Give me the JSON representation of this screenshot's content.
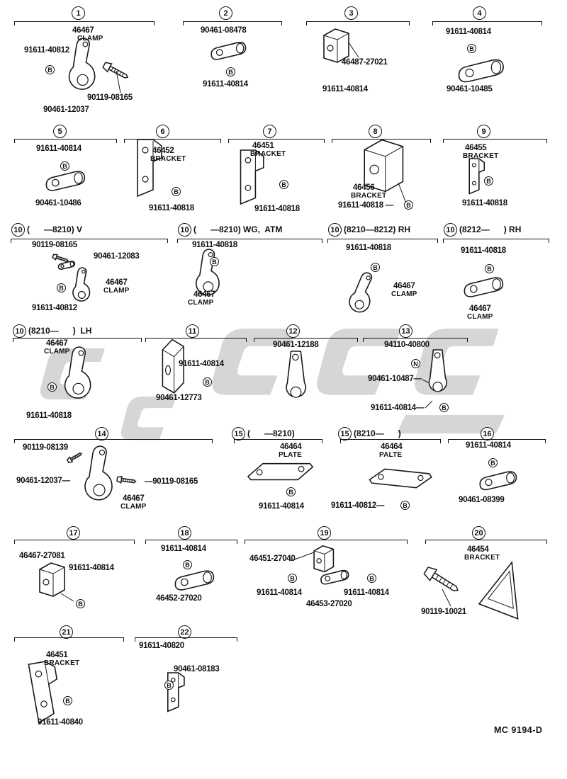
{
  "footer": "MC 9194-D",
  "marker": {
    "b": "B",
    "n": "N"
  },
  "sections": {
    "s1": {
      "num": "1",
      "part": "46467",
      "type": "CLAMP",
      "a": "91611-40812",
      "b": "90119-08165",
      "c": "90461-12037"
    },
    "s2": {
      "num": "2",
      "a": "90461-08478",
      "b": "91611-40814"
    },
    "s3": {
      "num": "3",
      "a": "46487-27021",
      "b": "91611-40814"
    },
    "s4": {
      "num": "4",
      "a": "91611-40814",
      "b": "90461-10485"
    },
    "s5": {
      "num": "5",
      "a": "91611-40814",
      "b": "90461-10486"
    },
    "s6": {
      "num": "6",
      "part": "46452",
      "type": "BRACKET",
      "a": "91611-40818"
    },
    "s7": {
      "num": "7",
      "part": "46451",
      "type": "BRACKET",
      "a": "91611-40818"
    },
    "s8": {
      "num": "8",
      "part": "46456",
      "type": "BRACKET",
      "a": "91611-40818 —"
    },
    "s9": {
      "num": "9",
      "part": "46455",
      "type": "BRACKET",
      "a": "91611-40818"
    },
    "s10a": {
      "num": "10",
      "variant": "(      —8210) V",
      "a": "90119-08165",
      "b": "90461-12083",
      "part": "46467",
      "type": "CLAMP",
      "c": "91611-40812"
    },
    "s10b": {
      "num": "10",
      "variant": "(      —8210) WG,  ATM",
      "a": "91611-40818",
      "part": "46467",
      "type": "CLAMP"
    },
    "s10c": {
      "num": "10",
      "variant": "(8210—8212) RH",
      "a": "91611-40818",
      "part": "46467",
      "type": "CLAMP"
    },
    "s10d": {
      "num": "10",
      "variant": "(8212—      ) RH",
      "a": "91611-40818",
      "part": "46467",
      "type": "CLAMP"
    },
    "s10e": {
      "num": "10",
      "variant": "(8210—      )  LH",
      "part": "46467",
      "type": "CLAMP",
      "a": "91611-40818"
    },
    "s11": {
      "num": "11",
      "a": "91611-40814",
      "b": "90461-12773"
    },
    "s12": {
      "num": "12",
      "a": "90461-12188"
    },
    "s13": {
      "num": "13",
      "a": "94110-40800",
      "b": "90461-10487—",
      "c": "91611-40814—"
    },
    "s14": {
      "num": "14",
      "a": "90119-08139",
      "b": "90461-12037—",
      "c": "—90119-08165",
      "part": "46467",
      "type": "CLAMP"
    },
    "s15a": {
      "num": "15",
      "variant": "(      —8210)",
      "part": "46464",
      "type": "PLATE",
      "a": "91611-40814"
    },
    "s15b": {
      "num": "15",
      "variant": "(8210—      )",
      "part": "46464",
      "type": "PALTE",
      "a": "91611-40812—"
    },
    "s16": {
      "num": "16",
      "a": "91611-40814",
      "b": "90461-08399"
    },
    "s17": {
      "num": "17",
      "a": "46467-27081",
      "b": "91611-40814"
    },
    "s18": {
      "num": "18",
      "a": "91611-40814",
      "b": "46452-27020"
    },
    "s19": {
      "num": "19",
      "a": "46451-27040",
      "b": "91611-40814",
      "c": "91611-40814",
      "d": "46453-27020"
    },
    "s20": {
      "num": "20",
      "part": "46454",
      "type": "BRACKET",
      "a": "90119-10021"
    },
    "s21": {
      "num": "21",
      "part": "46451",
      "type": "BRACKET",
      "a": "91611-40840"
    },
    "s22": {
      "num": "22",
      "a": "91611-40820",
      "b": "90461-08183"
    }
  }
}
